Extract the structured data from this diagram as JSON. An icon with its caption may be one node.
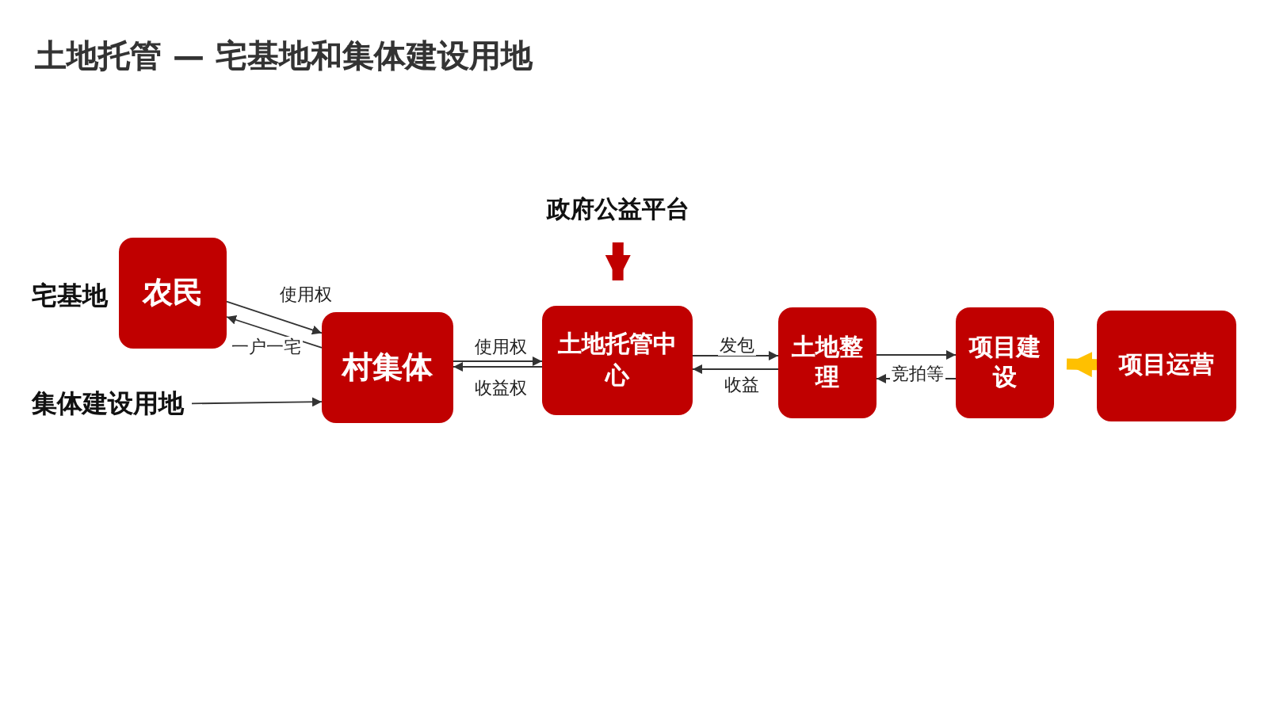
{
  "diagram": {
    "title": "土地托管 — 宅基地和集体建设用地",
    "nodes": [
      {
        "text": [
          "政府公益平台"
        ]
      },
      {
        "text": [
          "农民"
        ]
      },
      {
        "text": [
          "村集体"
        ]
      },
      {
        "text": [
          "集体建设用地"
        ]
      },
      {
        "text": [
          "土地托管中心"
        ]
      },
      {
        "text": [
          "土地整理"
        ]
      },
      {
        "text": [
          "项目建设"
        ]
      },
      {
        "text": [
          "项目运营"
        ]
      }
    ],
    "edges": [
      {
        "from": 0,
        "to": 4,
        "arrow": "to",
        "style": "thick",
        "color": "#c00000"
      },
      {
        "from": 1,
        "to": 2,
        "arrow": "to",
        "label": "使用权"
      },
      {
        "from": 2,
        "to": 1,
        "arrow": "to",
        "label": "一户一宅"
      },
      {
        "from": 3,
        "to": 2,
        "arrow": "to"
      },
      {
        "from": 2,
        "to": 4,
        "arrow": "to",
        "label": "使用权"
      },
      {
        "from": 4,
        "to": 2,
        "arrow": "to",
        "label": "收益权"
      },
      {
        "from": 4,
        "to": 5,
        "arrow": "to",
        "label": "发包"
      },
      {
        "from": 5,
        "to": 4,
        "arrow": "to",
        "label": "收益"
      },
      {
        "from": 5,
        "to": 6,
        "arrow": "to"
      },
      {
        "from": 6,
        "to": 5,
        "arrow": "to",
        "label": "竞拍等"
      },
      {
        "from": 7,
        "to": 6,
        "arrow": "to",
        "style": "thick",
        "color": "#ffc000"
      }
    ],
    "labels": [
      "宅基地"
    ]
  }
}
